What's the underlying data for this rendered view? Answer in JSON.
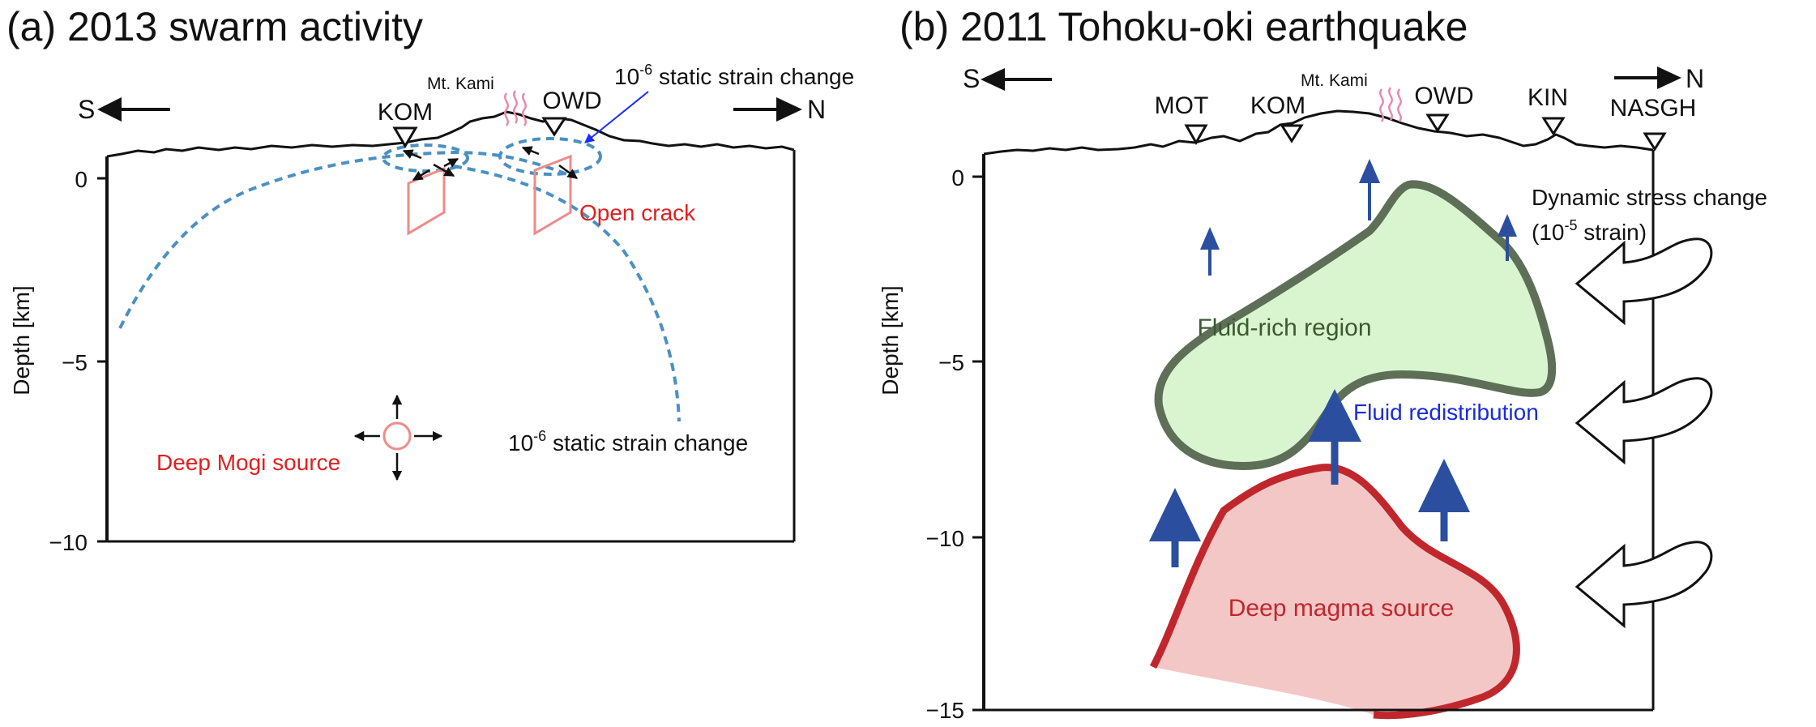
{
  "panel_a": {
    "title": "(a) 2013 swarm activity",
    "direction_south": "S",
    "direction_north": "N",
    "stations": [
      "KOM",
      "OWD"
    ],
    "volcano_label": "Mt. Kami",
    "depth_axis_label": "Depth [km]",
    "depth_ticks": [
      "0",
      "−5",
      "−10"
    ],
    "annotation_strain_top": {
      "base": "10",
      "exp": "-6",
      "rest": " static strain change"
    },
    "annotation_strain_bottom": {
      "base": "10",
      "exp": "-6",
      "rest": " static strain change"
    },
    "label_open_crack": "Open crack",
    "label_mogi": "Deep Mogi source",
    "colors": {
      "dashed": "#4a90c2",
      "crack": "#f08a8a",
      "red_text": "#e02020",
      "blue_arrow": "#1a2bff"
    }
  },
  "panel_b": {
    "title": "(b) 2011 Tohoku-oki earthquake",
    "direction_south": "S",
    "direction_north": "N",
    "stations": [
      "MOT",
      "KOM",
      "OWD",
      "KIN",
      "NASGH"
    ],
    "volcano_label": "Mt. Kami",
    "depth_axis_label": "Depth [km]",
    "depth_ticks": [
      "0",
      "−5",
      "−10",
      "−15"
    ],
    "dynamic_line1": "Dynamic stress change",
    "dynamic_line2": {
      "open": "(10",
      "exp": "-5",
      "rest": " strain)"
    },
    "label_fluid_region": "Fluid-rich region",
    "label_fluid_redistribution": "Fluid redistribution",
    "label_magma": "Deep magma source",
    "colors": {
      "fluid_fill": "#d9f5cf",
      "fluid_stroke": "#5e6f57",
      "magma_fill": "#f4c7c7",
      "magma_stroke": "#c0272d",
      "arrow": "#2b4f9e",
      "blue_text": "#1a2bdd"
    }
  }
}
